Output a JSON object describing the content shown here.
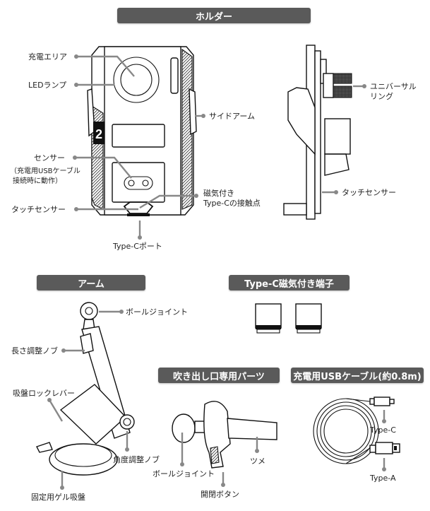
{
  "sections": {
    "holder": "ホルダー",
    "arm": "アーム",
    "magnetic_tip": "Type-C磁気付き端子",
    "vent_parts": "吹き出し口専用パーツ",
    "usb_cable": "充電用USBケーブル(約0.8m)"
  },
  "holder_front_labels": {
    "charging_area": "充電エリア",
    "led_lamp": "LEDランプ",
    "sensor": "センサー",
    "sensor_note_1": "（充電用USBケーブル",
    "sensor_note_2": "接続時に動作）",
    "touch_sensor": "タッチセンサー",
    "side_arm": "サイドアーム",
    "magnetic_contact_1": "磁気付き",
    "magnetic_contact_2": "Type-Cの接触点",
    "type_c_port": "Type-Cポート",
    "badge_number": "2"
  },
  "holder_side_labels": {
    "universal_ring_1": "ユニバーサル",
    "universal_ring_2": "リング",
    "touch_sensor": "タッチセンサー"
  },
  "arm_labels": {
    "ball_joint": "ボールジョイント",
    "length_knob": "長さ調整ノブ",
    "suction_lock_lever": "吸盤ロックレバー",
    "angle_knob": "角度調整ノブ",
    "gel_suction": "固定用ゲル吸盤"
  },
  "vent_labels": {
    "ball_joint": "ボールジョイント",
    "claw": "ツメ",
    "release_button": "開閉ボタン"
  },
  "cable_labels": {
    "type_c": "Type-C",
    "type_a": "Type-A"
  },
  "colors": {
    "header_bg": "#5a5a5a",
    "header_text": "#ffffff",
    "leader": "#888888"
  }
}
